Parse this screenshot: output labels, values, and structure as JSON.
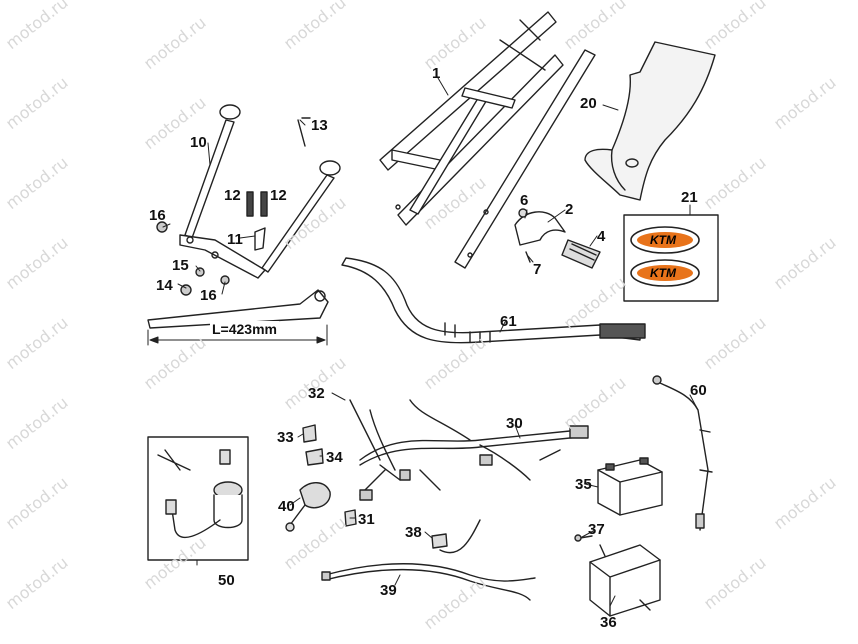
{
  "watermark": "motod.ru",
  "dimension_label": "L=423mm",
  "logo_text": "KTM",
  "callouts": {
    "c1": "1",
    "c2": "2",
    "c4": "4",
    "c6": "6",
    "c7": "7",
    "c10": "10",
    "c11": "11",
    "c12a": "12",
    "c12b": "12",
    "c13": "13",
    "c14": "14",
    "c15": "15",
    "c16a": "16",
    "c16b": "16",
    "c20": "20",
    "c21": "21",
    "c30": "30",
    "c31": "31",
    "c32": "32",
    "c33": "33",
    "c34": "34",
    "c35": "35",
    "c36": "36",
    "c37": "37",
    "c38": "38",
    "c39": "39",
    "c40": "40",
    "c50": "50",
    "c60": "60",
    "c61": "61"
  },
  "colors": {
    "line": "#222222",
    "logo_orange": "#e8731a",
    "watermark": "#d8d8d8"
  }
}
